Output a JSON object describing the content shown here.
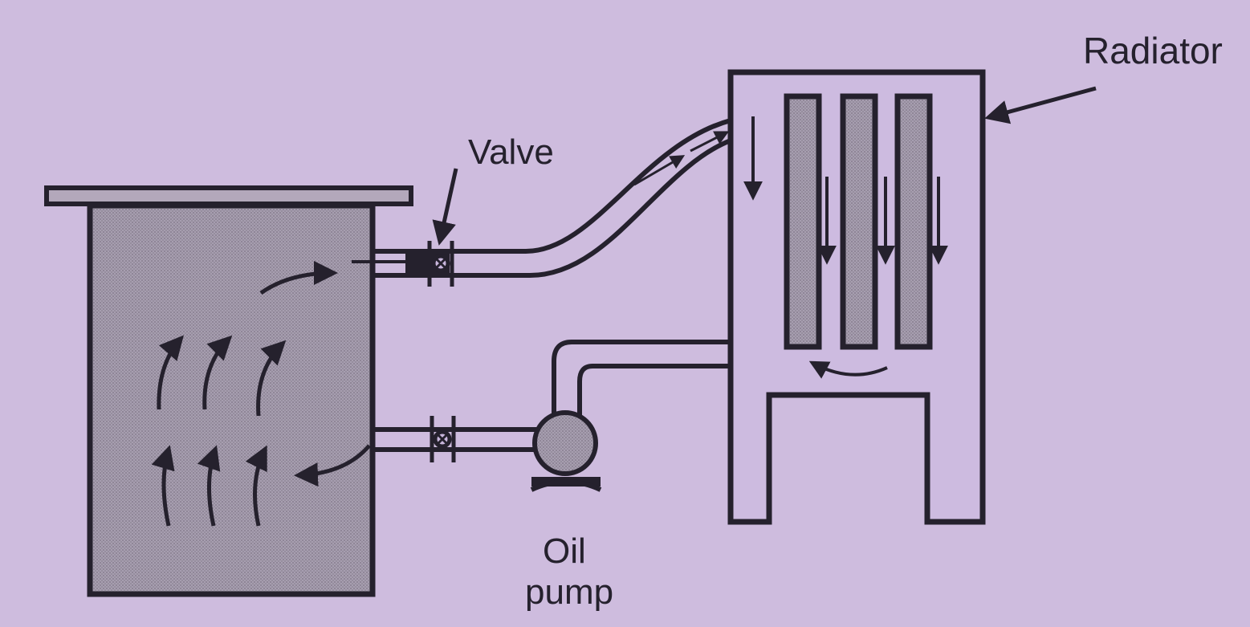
{
  "labels": {
    "radiator": "Radiator",
    "valve": "Valve",
    "oil": "Oil",
    "pump": "pump"
  },
  "colors": {
    "paper": "#c9b6dc",
    "ink": "#25212d",
    "fill": "#9a8fa3"
  }
}
